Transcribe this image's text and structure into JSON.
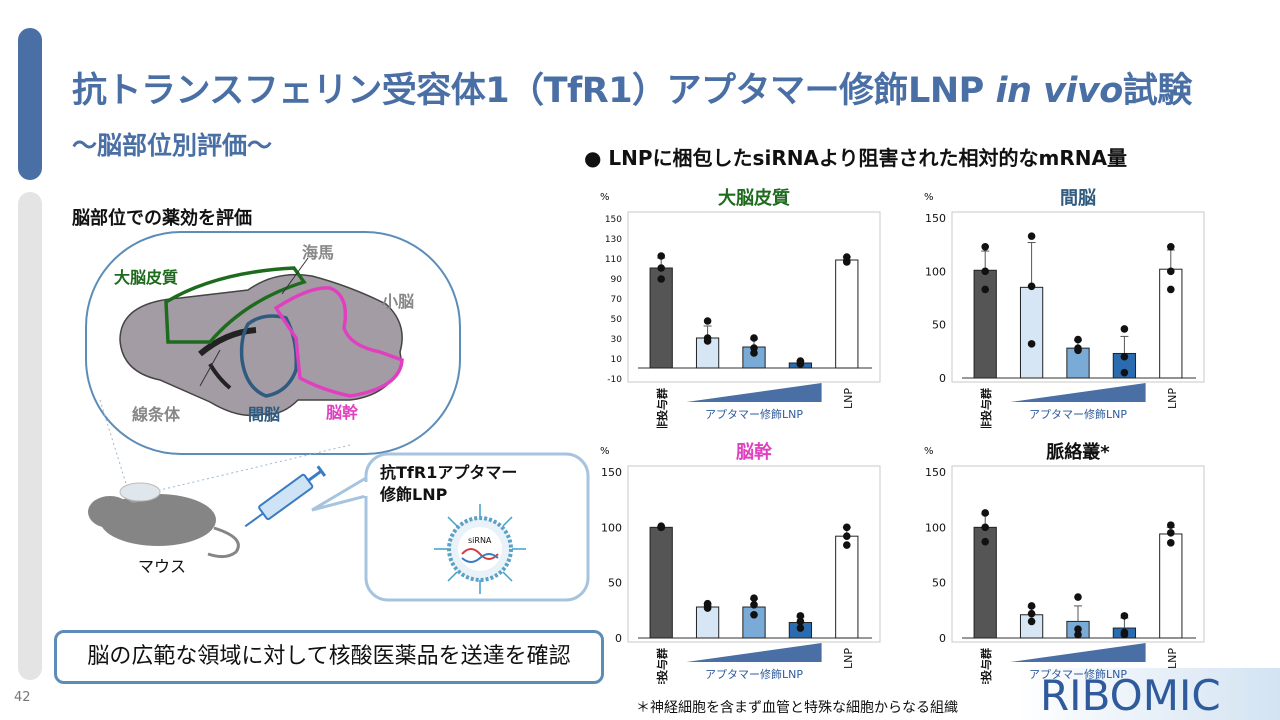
{
  "slide": {
    "title_main": "抗トランスフェリン受容体1（TfR1）アプタマー修飾LNP ",
    "title_italic": "in vivo",
    "title_end": "試験",
    "subtitle": "〜脳部位別評価〜",
    "bullet": "●",
    "bullet_heading": "LNPに梱包したsiRNAより阻害された相対的なmRNA量",
    "left_heading": "脳部位での薬効を評価",
    "conclusion": "脳の広範な領域に対して核酸医薬品を送達を確認",
    "page_number": "42",
    "footnote": "＊神経細胞を含まず血管と特殊な細胞からなる組織",
    "logo_text": "RIBOMIC"
  },
  "brain": {
    "labels": {
      "cortex": "大脳皮質",
      "hippocampus": "海馬",
      "cerebellum": "小脳",
      "striatum": "線条体",
      "diencephalon": "間脳",
      "brainstem": "脳幹"
    }
  },
  "mouse": {
    "label": "マウス",
    "callout": [
      "抗TfR1アプタマー",
      "修飾LNP"
    ],
    "sirna": "siRNA"
  },
  "colors": {
    "accent": "#4a6fa5",
    "cortex": "#1e6b1e",
    "diencephalon": "#2f5b80",
    "brainstem": "#e040c0",
    "bar_dark": "#555555",
    "bar_light": "#d6e6f4",
    "bar_mid": "#7aaad6",
    "bar_deep": "#2b6cb0"
  },
  "chart_data": [
    {
      "type": "bar",
      "title": "大脳皮質",
      "title_color": "#1e6b1e",
      "ylabel": "%",
      "ylim": [
        -10,
        150
      ],
      "yticks": [
        -10,
        10,
        30,
        50,
        70,
        90,
        110,
        130,
        150
      ],
      "categories": [
        "非投与群",
        "アプタマー修飾LNP 1",
        "アプタマー修飾LNP 2",
        "アプタマー修飾LNP 3",
        "LNP"
      ],
      "values": [
        100,
        30,
        21,
        5,
        108
      ],
      "errors": [
        10,
        12,
        8,
        2,
        3
      ],
      "points": [
        [
          112,
          100,
          89
        ],
        [
          47,
          30,
          27
        ],
        [
          30,
          20,
          15
        ],
        [
          7,
          5,
          4
        ],
        [
          111,
          107,
          106
        ]
      ],
      "group_label": "アプタマー修飾LNP",
      "x_labels": [
        "非投与群",
        "LNP"
      ]
    },
    {
      "type": "bar",
      "title": "間脳",
      "title_color": "#2f5b80",
      "ylabel": "%",
      "ylim": [
        0,
        150
      ],
      "yticks": [
        0,
        50,
        100,
        150
      ],
      "categories": [
        "非投与群",
        "アプタマー修飾LNP 1",
        "アプタマー修飾LNP 2",
        "アプタマー修飾LNP 3",
        "LNP"
      ],
      "values": [
        101,
        85,
        28,
        23,
        102
      ],
      "errors": [
        18,
        42,
        7,
        16,
        18
      ],
      "points": [
        [
          123,
          100,
          83
        ],
        [
          133,
          86,
          32
        ],
        [
          36,
          28,
          26
        ],
        [
          46,
          20,
          5
        ],
        [
          123,
          100,
          83
        ]
      ],
      "group_label": "アプタマー修飾LNP",
      "x_labels": [
        "非投与群",
        "LNP"
      ]
    },
    {
      "type": "bar",
      "title": "脳幹",
      "title_color": "#e040c0",
      "ylabel": "%",
      "ylim": [
        0,
        150
      ],
      "yticks": [
        0,
        50,
        100,
        150
      ],
      "categories": [
        "非投与群",
        "アプタマー修飾LNP 1",
        "アプタマー修飾LNP 2",
        "アプタマー修飾LNP 3",
        "LNP"
      ],
      "values": [
        100,
        28,
        28,
        14,
        92
      ],
      "errors": [
        1,
        3,
        7,
        5,
        8
      ],
      "points": [
        [
          101,
          100,
          100
        ],
        [
          31,
          29,
          27
        ],
        [
          36,
          30,
          21
        ],
        [
          20,
          15,
          9
        ],
        [
          100,
          92,
          84
        ]
      ],
      "group_label": "アプタマー修飾LNP",
      "x_labels": [
        "非投与群",
        "LNP"
      ]
    },
    {
      "type": "bar",
      "title": "脈絡叢*",
      "title_color": "#111111",
      "ylabel": "%",
      "ylim": [
        0,
        150
      ],
      "yticks": [
        0,
        50,
        100,
        150
      ],
      "categories": [
        "非投与群",
        "アプタマー修飾LNP 1",
        "アプタマー修飾LNP 2",
        "アプタマー修飾LNP 3",
        "LNP"
      ],
      "values": [
        100,
        21,
        15,
        9,
        94
      ],
      "errors": [
        12,
        7,
        14,
        9,
        6
      ],
      "points": [
        [
          113,
          100,
          87
        ],
        [
          29,
          22,
          15
        ],
        [
          37,
          8,
          3
        ],
        [
          20,
          5,
          3
        ],
        [
          102,
          95,
          86
        ]
      ],
      "group_label": "アプタマー修飾LNP",
      "x_labels": [
        "非投与群",
        "LNP"
      ]
    }
  ]
}
